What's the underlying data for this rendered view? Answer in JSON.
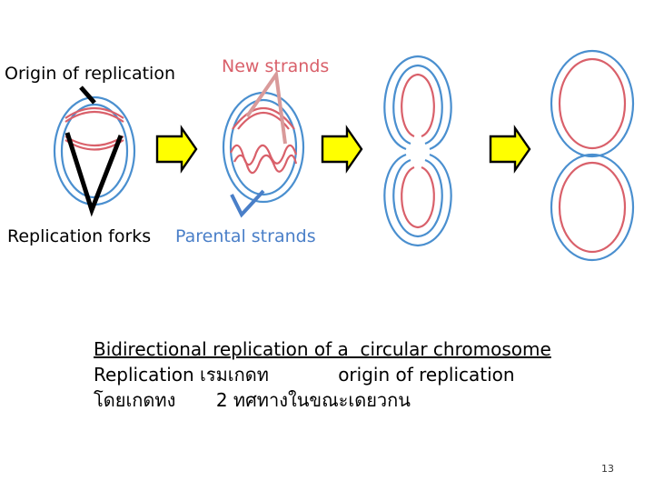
{
  "labels": {
    "origin": "Origin of replication",
    "new_strands": "New strands",
    "replication_forks": "Replication forks",
    "parental_strands": "Parental strands"
  },
  "caption": {
    "line1": "Bidirectional replication of a  circular chromosome",
    "line2": "Replication เรมเกดท            origin of replication",
    "line3": "โดยเกดทง       2 ทศทางในขณะเดยวกน"
  },
  "page_number": "13",
  "colors": {
    "parental": "#4a8fcf",
    "new": "#d9606a",
    "arrow_fill": "#ffff00",
    "arrow_stroke": "#000000",
    "new_strand_pointer": "#d99a9a",
    "parental_pointer": "#4a7fc8",
    "label_new": "#d9606a",
    "label_parental": "#4a7fc8"
  }
}
